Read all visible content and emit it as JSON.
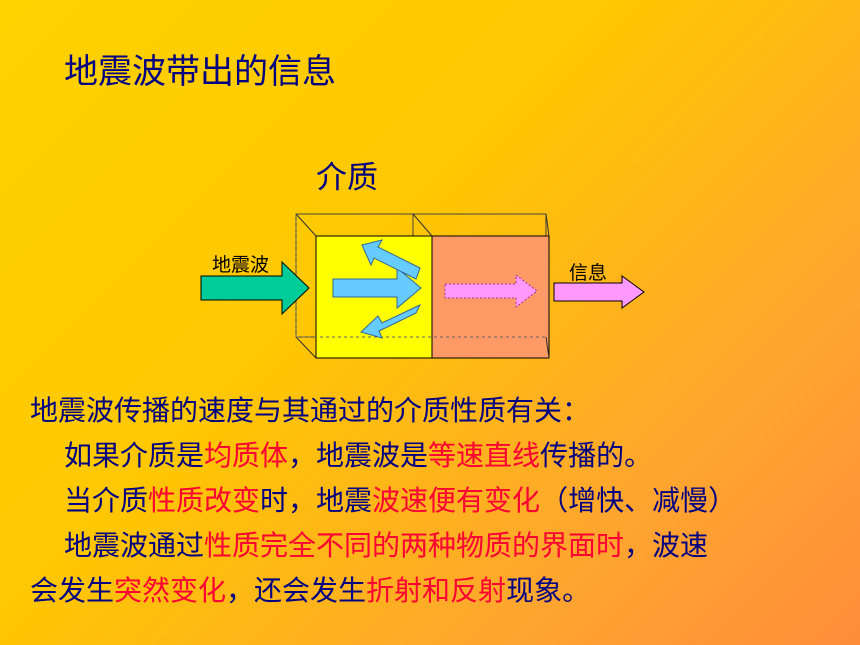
{
  "title": "地震波带出的信息",
  "diagram": {
    "medium_label": "介质",
    "input_label": "地震波",
    "output_label": "信息",
    "colors": {
      "input_arrow": "#00cc99",
      "output_arrow": "#ff99ff",
      "inner_arrows": "#66ccff",
      "pink_arrow": "#ff99ff",
      "box_yellow": "#ffff00",
      "box_orange": "#ff9966"
    }
  },
  "lines": {
    "l1": "地震波传播的速度与其通过的介质性质有关：",
    "l2": {
      "a": "如果介质是",
      "b": "均质体",
      "c": "，地震波是",
      "d": "等速直线",
      "e": "传播的。"
    },
    "l3": {
      "a": "当介质",
      "b": "性质改变",
      "c": "时，地震",
      "d": "波速便有变化",
      "e": "（增快、减慢）"
    },
    "l4": {
      "a": "地震波通过",
      "b": "性质完全不同的两种物质的界面时",
      "c": "，波速"
    },
    "l5": {
      "a": "会发生",
      "b": "突然变化",
      "c": "，还会发生",
      "d": "折射和反射",
      "e": "现象。"
    }
  }
}
